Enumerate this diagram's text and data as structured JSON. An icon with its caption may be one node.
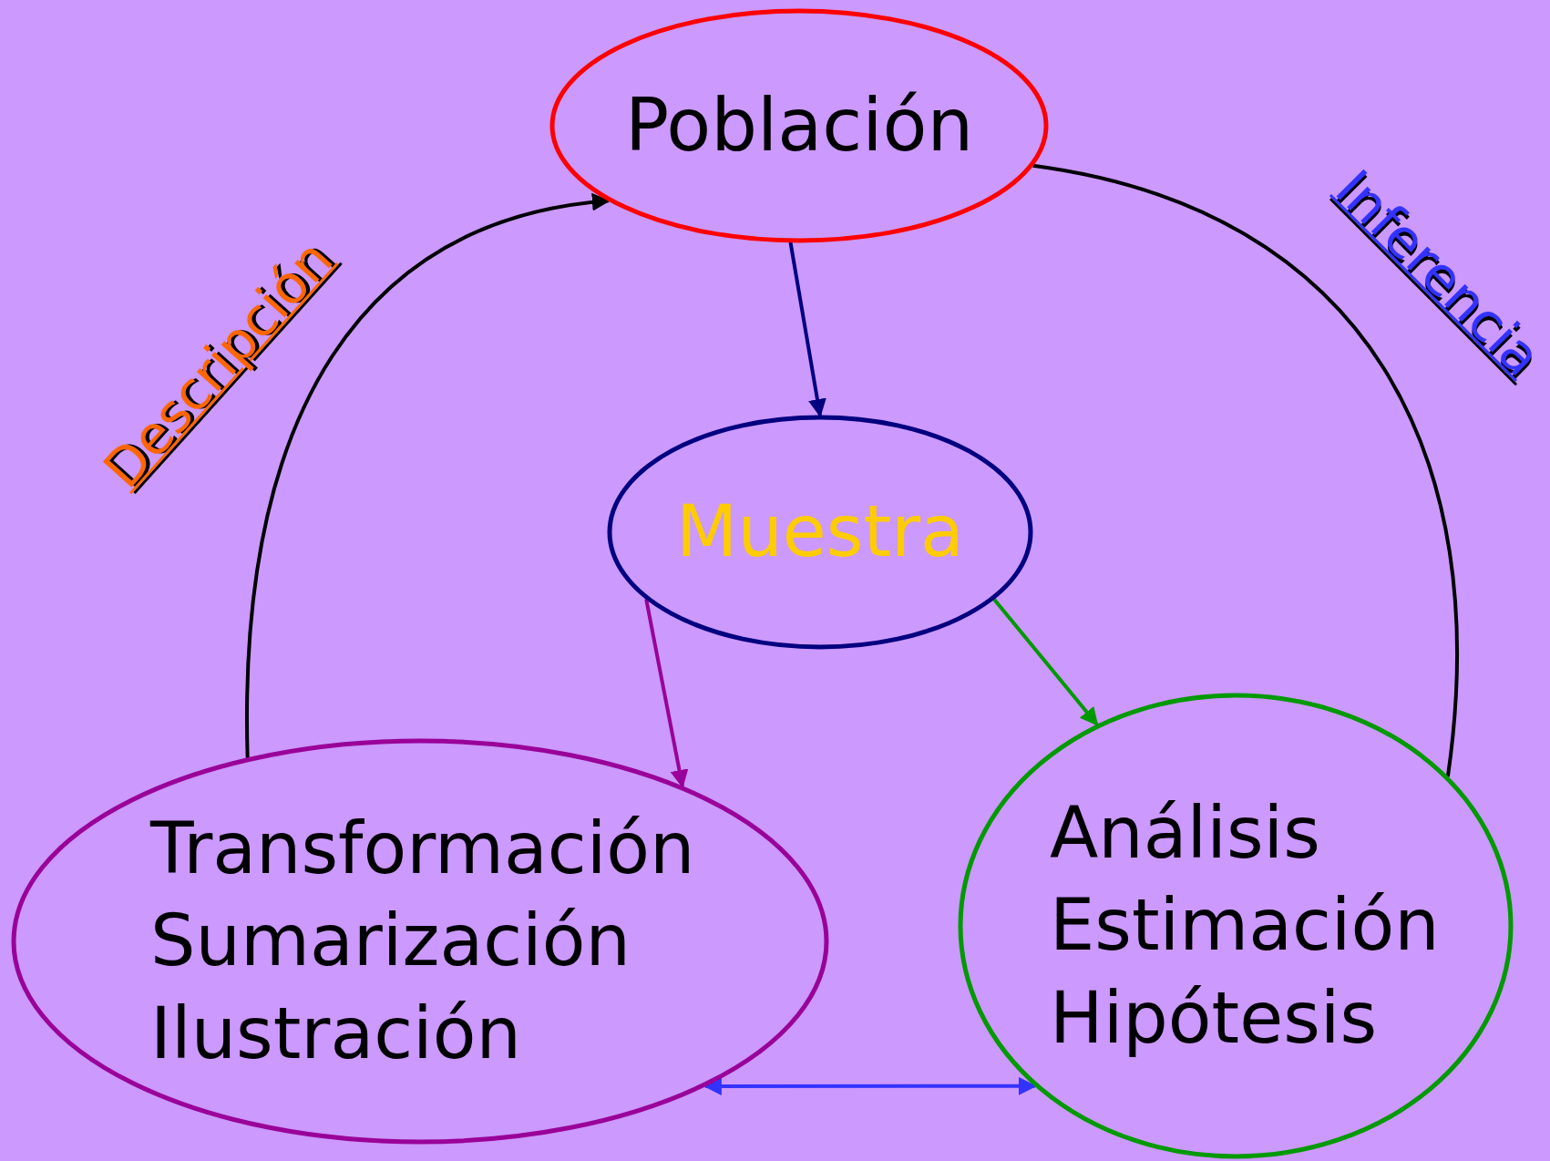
{
  "diagram": {
    "nodes": [
      {
        "text": [
          "Población"
        ]
      },
      {
        "text": [
          "Muestra"
        ]
      },
      {
        "text": [
          "Transformación",
          "Sumarización",
          "Ilustración"
        ]
      },
      {
        "text": [
          "Análisis",
          "Estimación",
          "Hipótesis"
        ]
      }
    ],
    "edges": [
      {
        "from": 0,
        "to": 1,
        "arrow": "to",
        "color": "#000080"
      },
      {
        "from": 1,
        "to": 2,
        "arrow": "to",
        "color": "#990099"
      },
      {
        "from": 1,
        "to": 3,
        "arrow": "to",
        "color": "#009900"
      },
      {
        "from": 2,
        "to": 0,
        "arrow": "to",
        "label": "Descripción"
      },
      {
        "from": 0,
        "to": 3,
        "arrow": "none",
        "label": "Inferencia"
      },
      {
        "from": 2,
        "to": 3,
        "arrow": "both",
        "color": "#3333ff"
      }
    ]
  }
}
